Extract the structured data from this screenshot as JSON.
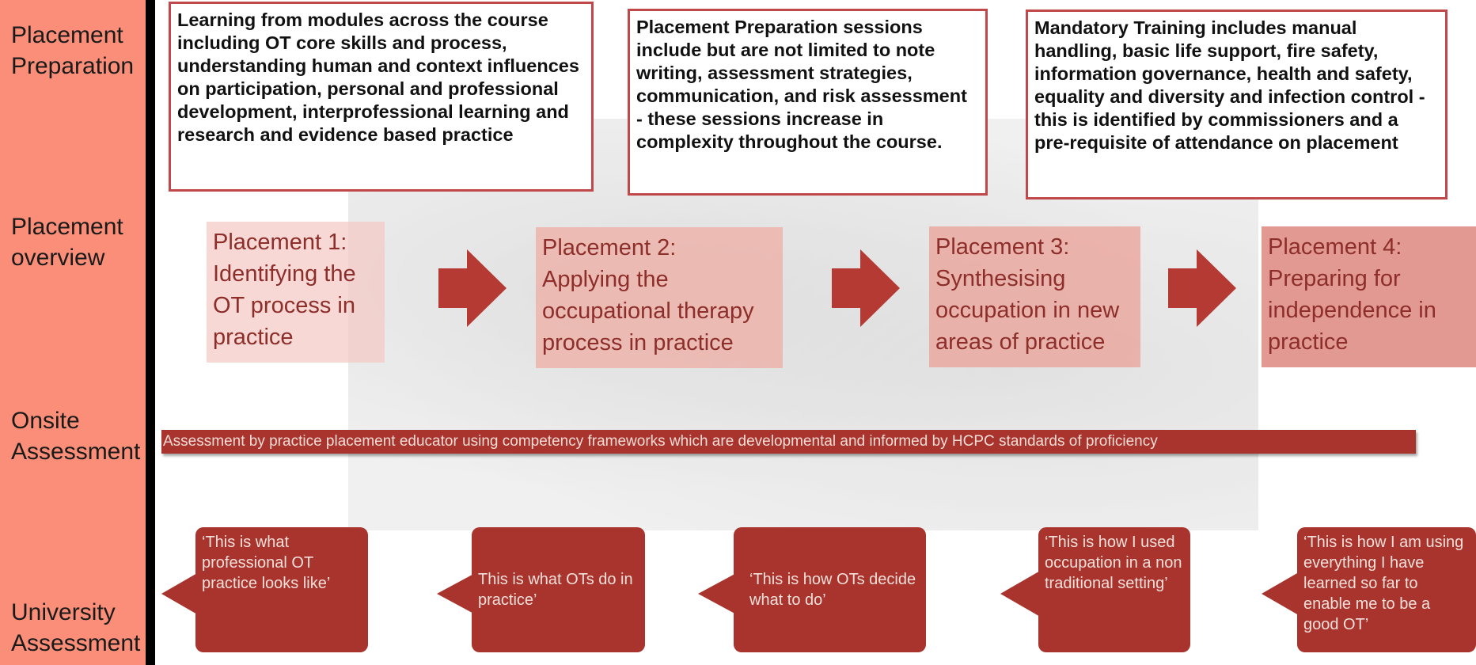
{
  "row_labels": {
    "preparation": [
      "Placement",
      "Preparation"
    ],
    "overview": [
      "Placement",
      "overview"
    ],
    "onsite": [
      "Onsite",
      "Assessment"
    ],
    "university": [
      "University",
      "Assessment"
    ]
  },
  "prep_boxes": [
    {
      "text": "Learning from modules across the course including OT core skills and process, understanding human and context influences on participation, personal and professional development, interprofessional learning and research and evidence based practice"
    },
    {
      "text": "Placement Preparation sessions include but are not limited to note writing, assessment strategies, communication, and risk assessment - these sessions increase in complexity throughout the course."
    },
    {
      "text": "Mandatory Training includes manual handling, basic life support, fire safety, information governance, health and safety, equality and diversity and infection control - this is identified by commissioners and a pre-requisite of attendance on placement"
    }
  ],
  "placements": [
    {
      "title": "Placement 1:",
      "text": "Identifying the OT process in practice"
    },
    {
      "title": "Placement 2:",
      "text": "Applying the occupational therapy process in practice"
    },
    {
      "title": "Placement 3:",
      "text": "Synthesising occupation in new areas of practice"
    },
    {
      "title": "Placement 4:",
      "text": "Preparing for independence in practice"
    }
  ],
  "onsite_assessment": "Assessment by practice placement educator using competency frameworks which are developmental and  informed by HCPC standards of proficiency",
  "quotes": [
    {
      "text": "‘This is what professional OT practice looks like’"
    },
    {
      "text": "This is what OTs do in practice’"
    },
    {
      "text": "‘This is how OTs decide what to do’"
    },
    {
      "text": "‘This is how I used occupation in a non traditional setting’"
    },
    {
      "text": "‘This is how I am using everything I have learned so far to enable me to be a good OT’"
    }
  ],
  "colors": {
    "sidebar": "#fa8e78",
    "accent_red": "#a8342d",
    "box_border": "#c0474a",
    "placement_text": "#8e2e2b"
  }
}
